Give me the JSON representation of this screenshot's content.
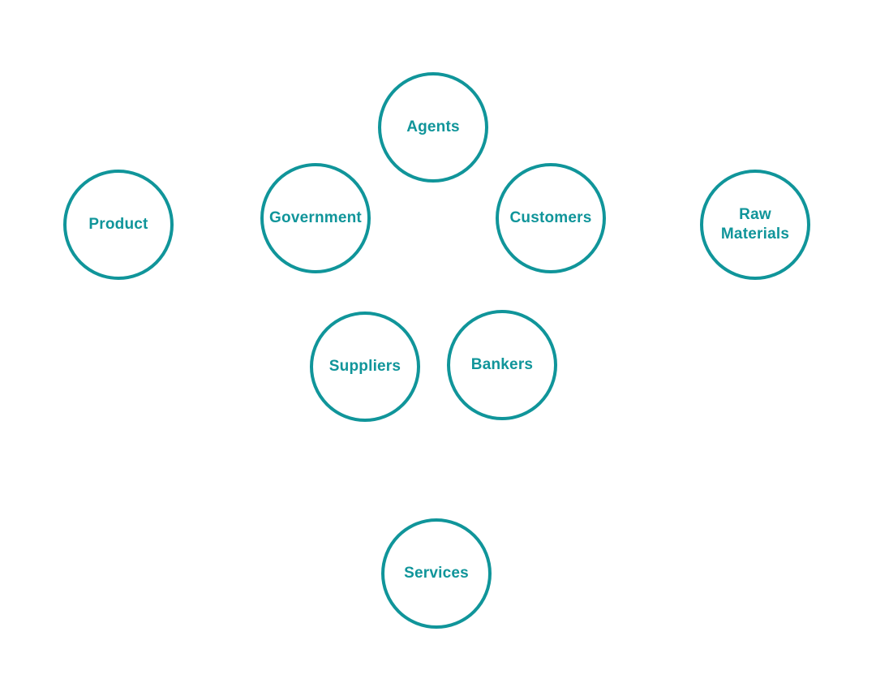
{
  "diagram": {
    "accent_color": "#10959a",
    "nodes": {
      "agents": "Agents",
      "product": "Product",
      "government": "Government",
      "customers": "Customers",
      "raw_materials": "Raw\nMaterials",
      "suppliers": "Suppliers",
      "bankers": "Bankers",
      "services": "Services"
    }
  }
}
